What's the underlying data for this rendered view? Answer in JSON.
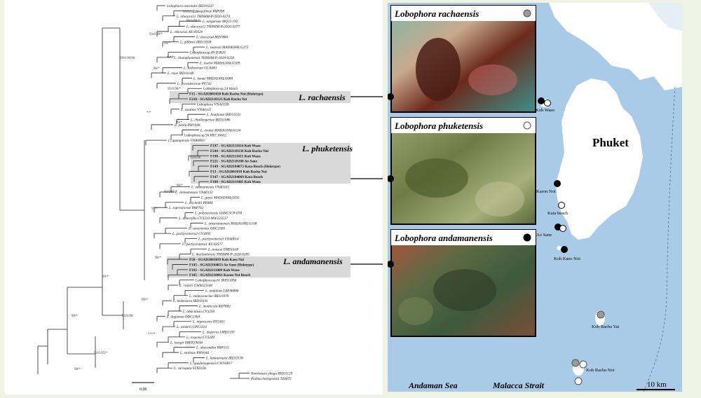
{
  "tree": {
    "scale_label": "0.06",
    "support": {
      "n1": "93/0.99/99",
      "n2": "96/0.99/*",
      "n3": "93/0.99/*",
      "n4": "99/*",
      "n5": "99/0.99/96",
      "n6": "*/*/*",
      "n7": "96/*",
      "n8": "95/0.98/*",
      "n9": "*/*",
      "n10": "99/*",
      "n11": "92/0.96",
      "n12": "93/0.95/*",
      "n13": "99/*",
      "n14": "97/*",
      "n15": "98/*",
      "n16": "99/*",
      "n17": "99/*",
      "n18": "93/0.98",
      "n19": "99/*",
      "n20": "92/0.95/*",
      "n21": "*/*/*",
      "n22": "98/*"
    },
    "leaves": [
      "Lobophora astrolabe IRD10237",
      "L. coquilleae PAP098",
      "L. obscura13 THNHM-P-2020-0274",
      "L. tangaroae MQ11-192",
      "L. obscura12 THNHM-P-2020-0277",
      "L. obscura1 KU49520",
      "L. obscura4 IRD7884",
      "L. gibbera IRD11058",
      "L. suarezii MADA18ALG275",
      "Lobophora sp.49 D3820",
      "L. chumphonensis THNHM-P-2020-0258",
      "L. isseloi MADA18ALG509",
      "L. littlerorum GUA061",
      "L. ruae IRD11148",
      "L. kenae MADA18ALG080",
      "L. providenceae PF742",
      "Lobophora sp.24 Hain5",
      "F15 - SGAD2001020 Koh Racha Noi (Holotype)",
      "F230 - SGAD2110121 Koh Racha Yai",
      "Lobophora VNA0138",
      "L. asiatica VNA0121",
      "L. boudouse IRD10232",
      "L. challengeriae IRD11086",
      "L. petila PHV646",
      "L. evansi MADA18ALG134",
      "Lobophora sp.56 HEC16632",
      "L. quangiensis VNA0003",
      "F197 - SGAD2111014 Koh Waeo",
      "F244 - SGAD2110136 Koh Racha Noi",
      "F198 - SGAD2111015 Koh Waeo",
      "F221 - SGAD2110100 Ao Sane",
      "F149 - SGAD2104073 Kata Beach (Holotype)",
      "F13 - SGAD2001018 Koh Racha Noi",
      "F147 - SGAD2104069 Kata Beach",
      "F188 - SGAD2111005 Koh Waeo",
      "L. vietnamensis VNA0103",
      "L. vietnamensis VNA0132",
      "L. gaysi MADA18ALG031",
      "L. seichellii PF804",
      "L. esperanceae PAP762",
      "L. polynesiensis GAM13CP-078",
      "L. dimorpha CV3233-MW223527",
      "L. antsiranaensis MADA18ALG108",
      "L. canariensis ODC2383",
      "L. pachyventera2 CV3095",
      "L. pachyventera3 VNA0014",
      "L. pachyventera1 KU43577",
      "L. nousae LMD1618",
      "L. thailandensis THNHM-P-2020-0285",
      "F50 - SGAD2003039 Koh Kaeo Noi",
      "F145 - SGAD2104053 Ao Sane (Holotype)",
      "F192 - SGAD2111009 Koh Waeo",
      "F185 - SGAD2110061 Karon Noi Beach",
      "Lobophora sp.61 IRD11096",
      "L. rickeri GWS023108",
      "L. undulata LAF06886",
      "L. endeavouriae IRD11079",
      "L. hederacea IRD10191",
      "L. monticola RD7882",
      "L. abaculusa CV3250",
      "L. dagamae ODC2364",
      "L. nigrescens HV2431",
      "L. sonderi UPF2324",
      "L. dispersa LMD1597",
      "L. rosacea CV3249",
      "L. tsengii IMER19036",
      "L. abscondita PAP513",
      "L. etoileae PHV046",
      "L. lamourouxii IRD11176",
      "L. guadeloupensis CWV0817",
      "L. variegata STX0156",
      "Newhousia yhaga IRD11129",
      "Padina boergesenii TZ0872"
    ],
    "clades": {
      "rachaensis": "L. rachaensis",
      "phuketensis": "L. phuketensis",
      "andamanensis": "L. andamanensis"
    }
  },
  "panels": {
    "rachaensis": {
      "title": "Lobophora rachaensis",
      "marker": "grey"
    },
    "phuketensis": {
      "title": "Lobophora phuketensis",
      "marker": "white"
    },
    "andamanensis": {
      "title": "Lobophora andamanensis",
      "marker": "black"
    }
  },
  "map": {
    "island": "Phuket",
    "sites": {
      "koh_waeo": "Koh Waeo",
      "karon_noi": "Karon Noi",
      "kata_beach": "Kata beach",
      "ao_sane": "Ao Sane",
      "koh_kaeo_noi": "Koh Kaeo Noi",
      "koh_racha_yai": "Koh Racha Yai",
      "koh_racha_noi": "Koh Racha Noi"
    },
    "seas": {
      "andaman": "Andaman Sea",
      "malacca": "Malacca Strait"
    },
    "scale_label": "10 km",
    "colors": {
      "sea": "#a9cbe7",
      "land": "#ffffff",
      "highlight": "#d9d9d9"
    }
  }
}
